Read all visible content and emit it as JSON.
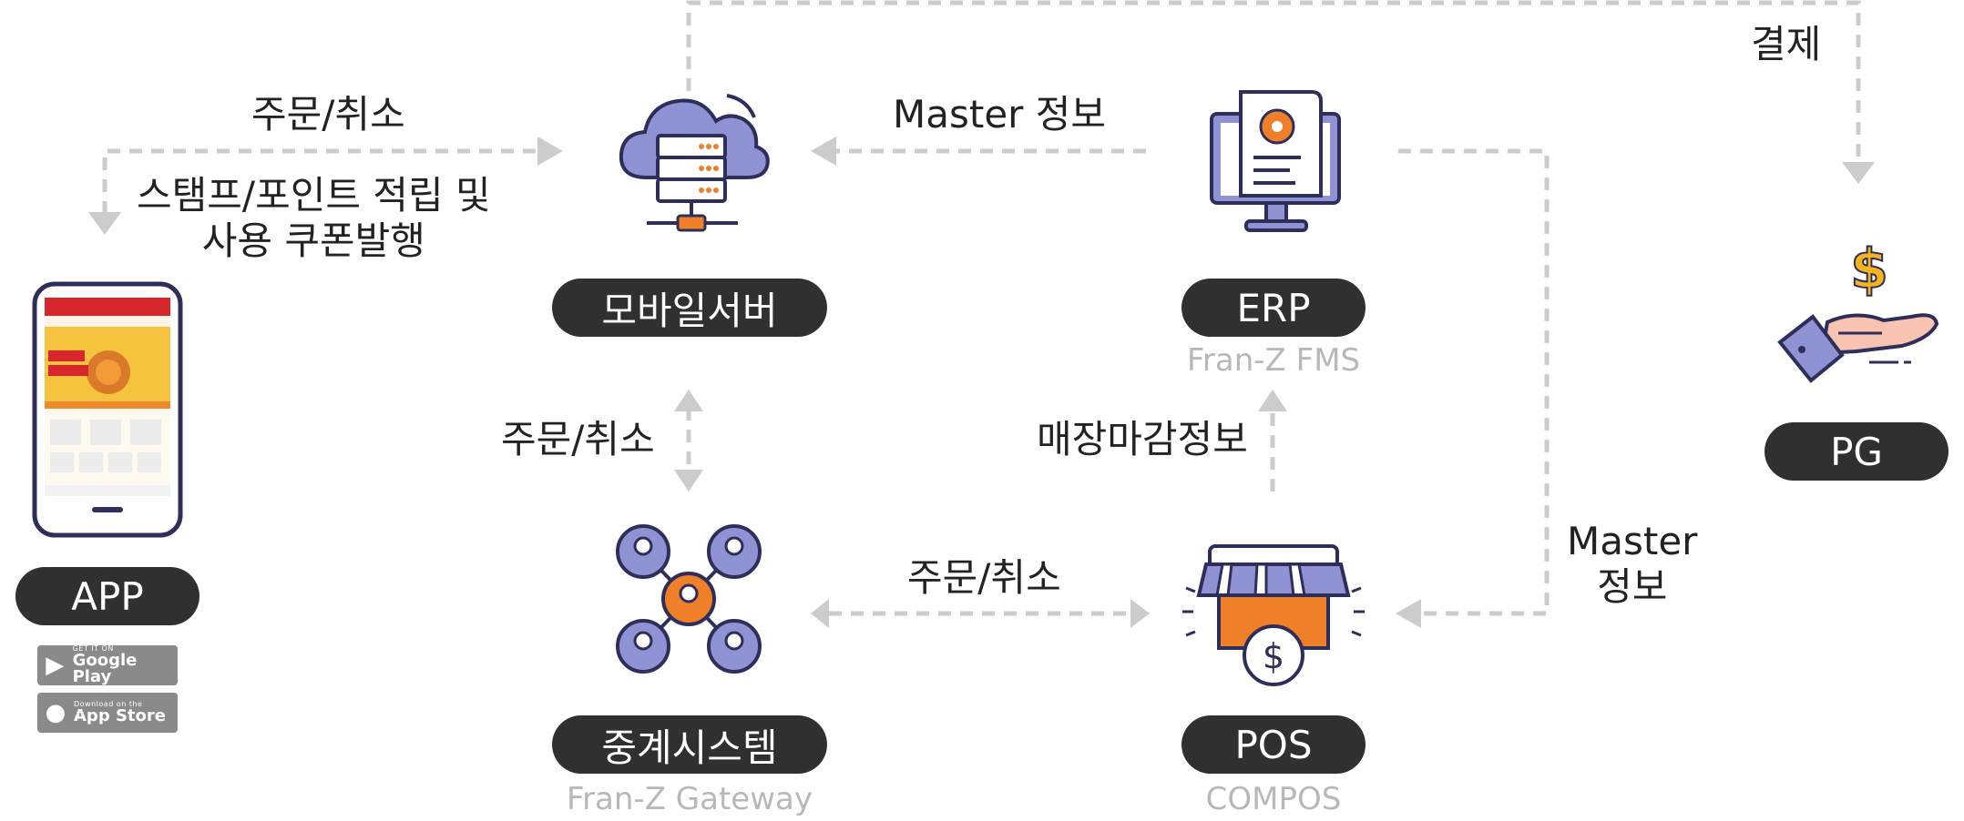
{
  "nodes": {
    "mobile_server": {
      "label": "모바일서버"
    },
    "erp": {
      "label": "ERP",
      "sublabel": "Fran-Z FMS"
    },
    "app": {
      "label": "APP"
    },
    "relay": {
      "label": "중계시스템",
      "sublabel": "Fran-Z Gateway"
    },
    "pos": {
      "label": "POS",
      "sublabel": "COMPOS"
    },
    "pg": {
      "label": "PG"
    }
  },
  "edges": {
    "app_server": "주문/취소",
    "server_app": "스탬프/포인트 적립 및\n사용 쿠폰발행",
    "erp_server": "Master 정보",
    "server_pg": "결제",
    "server_relay": "주문/취소",
    "pos_erp": "매장마감정보",
    "relay_pos": "주문/취소",
    "erp_pos": "Master\n정보"
  },
  "stores": {
    "google": {
      "small": "GET IT ON",
      "big": "Google Play"
    },
    "apple": {
      "small": "Download on the",
      "big": "App Store"
    }
  },
  "colors": {
    "accent": "#f07f2a",
    "icon_purple": "#8f93d3",
    "outline": "#2e2e5a",
    "line": "#cccccc",
    "pill": "#303030"
  },
  "icons": [
    "cloud-server-icon",
    "erp-monitor-icon",
    "network-people-icon",
    "shop-pos-icon",
    "hand-coin-icon",
    "phone-app-icon"
  ]
}
